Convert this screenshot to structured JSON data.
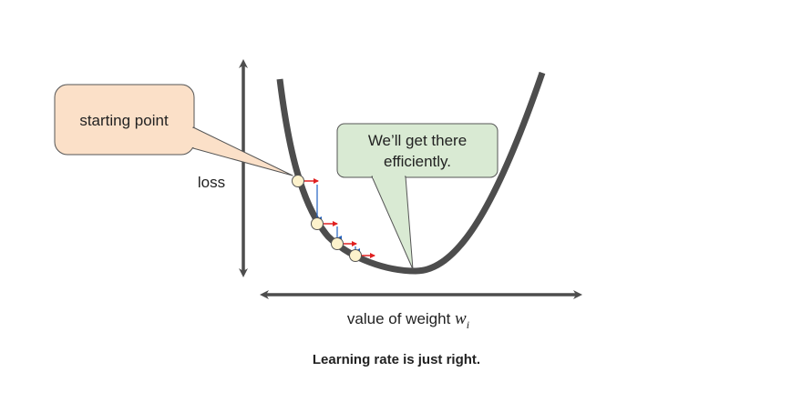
{
  "diagram": {
    "y_axis_label": "loss",
    "x_axis_label": "value of weight ",
    "x_axis_variable": "w",
    "x_axis_subscript": "i",
    "start_callout": "starting point",
    "goal_callout_line1": "We’ll get there",
    "goal_callout_line2": "efficiently.",
    "caption": "Learning rate is just right.",
    "steps_shown": 4,
    "colors": {
      "curve": "#4d4d4d",
      "axes": "#4d4d4d",
      "start_callout_fill": "#fbe0c8",
      "goal_callout_fill": "#d9ead3",
      "callout_border": "#555555",
      "point_fill": "#fdf2cc",
      "gradient_arrow": "#e02020",
      "step_arrow": "#2060c0"
    }
  }
}
